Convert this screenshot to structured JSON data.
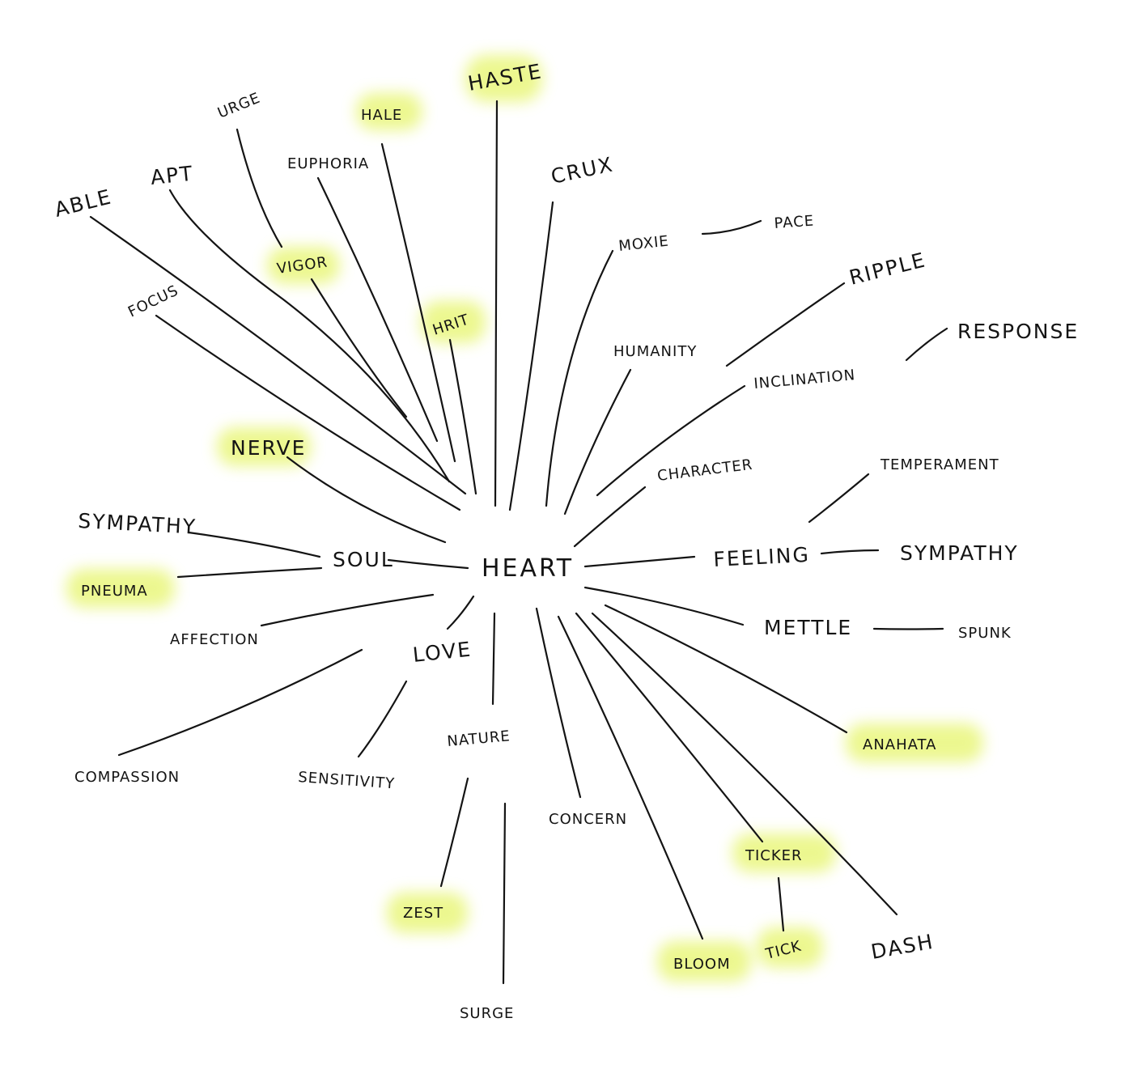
{
  "center": "HEART",
  "highlight_color": "#e6f56a",
  "ink_color": "#141414",
  "words": {
    "haste": "HASTE",
    "hale": "HALE",
    "urge": "URGE",
    "euphoria": "EUPHORIA",
    "apt": "APT",
    "able": "ABLE",
    "crux": "CRUX",
    "moxie": "MOXIE",
    "pace": "PACE",
    "ripple": "RIPPLE",
    "vigor": "VIGOR",
    "focus": "FOCUS",
    "hrit": "HRIT",
    "humanity": "HUMANITY",
    "response": "RESPONSE",
    "inclination": "INCLINATION",
    "nerve": "NERVE",
    "character": "CHARACTER",
    "temperament": "TEMPERAMENT",
    "sympathy_left": "SYMPATHY",
    "soul": "SOUL",
    "feeling": "FEELING",
    "sympathy_right": "SYMPATHY",
    "pneuma": "PNEUMA",
    "affection": "AFFECTION",
    "love": "LOVE",
    "mettle": "METTLE",
    "spunk": "SPUNK",
    "nature": "NATURE",
    "anahata": "ANAHATA",
    "compassion": "COMPASSION",
    "sensitivity": "SENSITIVITY",
    "concern": "CONCERN",
    "ticker": "TICKER",
    "zest": "ZEST",
    "bloom": "BLOOM",
    "tick": "TICK",
    "dash": "DASH",
    "surge": "SURGE"
  }
}
